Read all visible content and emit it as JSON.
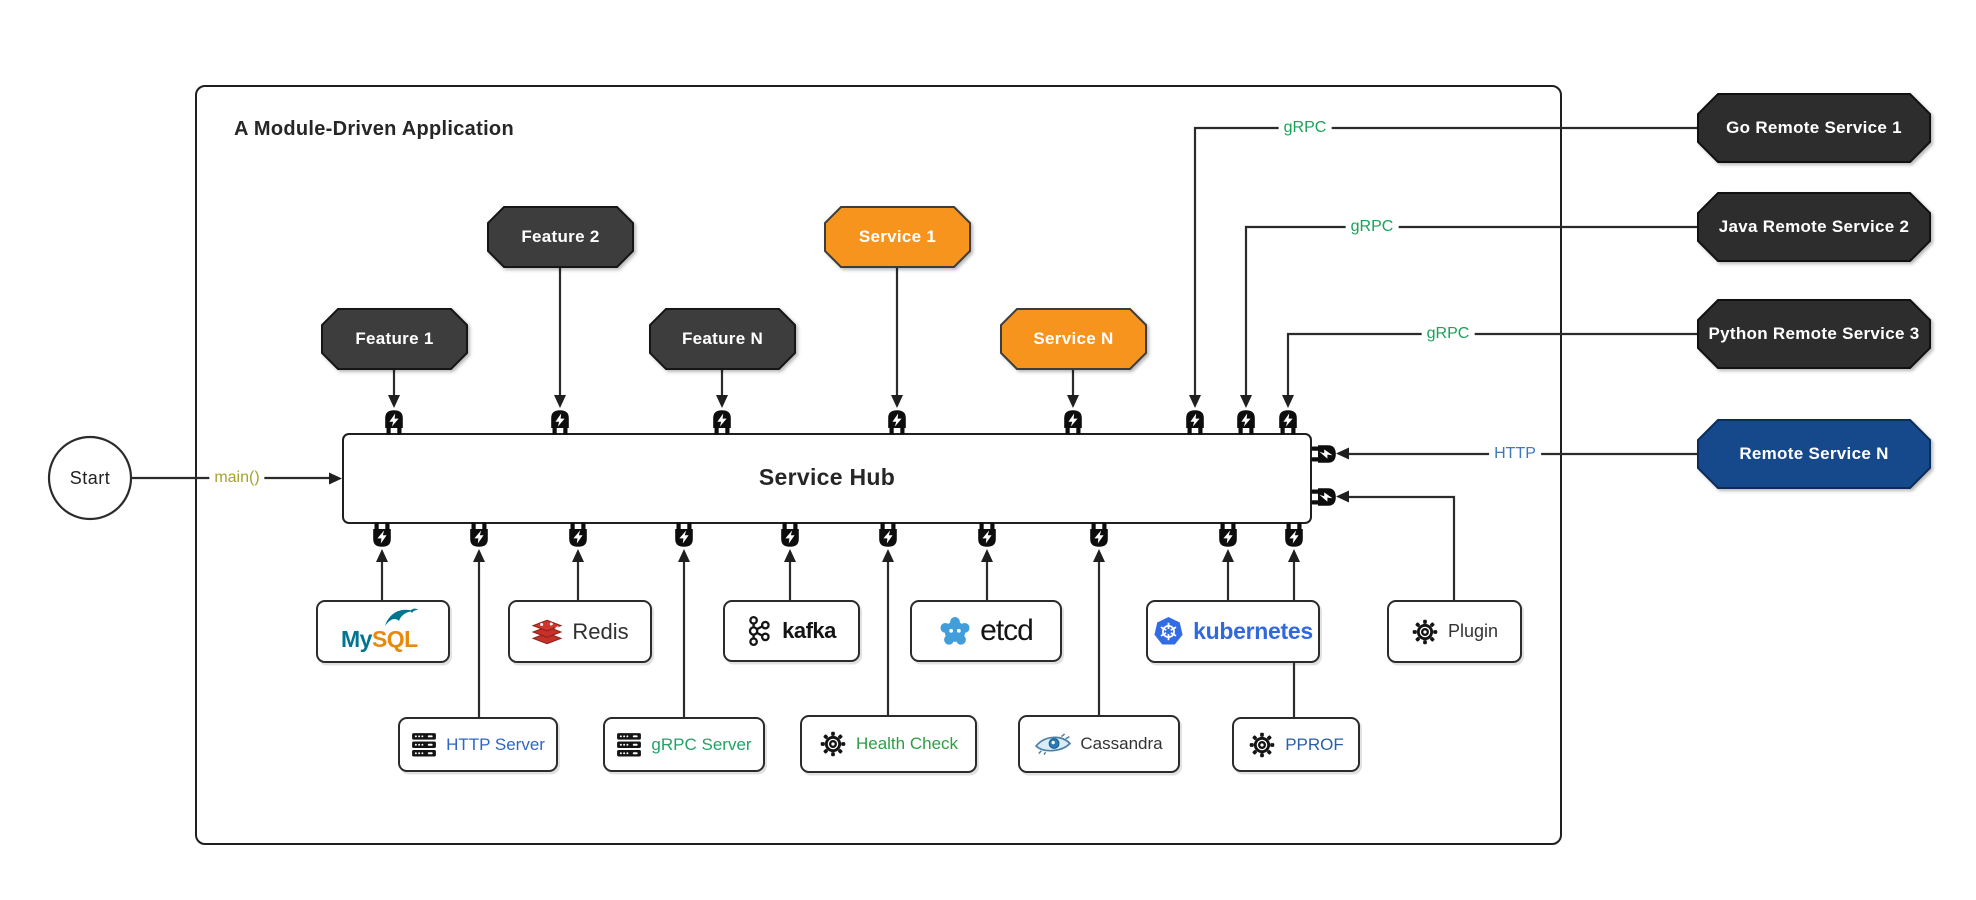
{
  "diagram": {
    "title": "A Module-Driven Application",
    "start": {
      "label": "Start"
    },
    "hub": {
      "label": "Service Hub"
    },
    "features": [
      {
        "label": "Feature 1"
      },
      {
        "label": "Feature 2"
      },
      {
        "label": "Feature N"
      }
    ],
    "services": [
      {
        "label": "Service 1"
      },
      {
        "label": "Service N"
      }
    ],
    "remotes": [
      {
        "label": "Go Remote Service 1",
        "color": "#2d2d2d"
      },
      {
        "label": "Java Remote Service 2",
        "color": "#2d2d2d"
      },
      {
        "label": "Python Remote Service 3",
        "color": "#2d2d2d"
      },
      {
        "label": "Remote Service N",
        "color": "#16498c"
      }
    ],
    "edge_labels": {
      "main": "main()",
      "grpc_go": "gRPC",
      "grpc_java": "gRPC",
      "grpc_python": "gRPC",
      "http": "HTTP"
    },
    "modules": [
      {
        "label": "MySQL",
        "label_part1": "My",
        "label_part2": "SQL",
        "icon": "mysql-dolphin-logo"
      },
      {
        "label": "Redis",
        "icon": "redis-stack-logo"
      },
      {
        "label": "kafka",
        "icon": "kafka-logo"
      },
      {
        "label": "etcd",
        "icon": "etcd-gear-logo"
      },
      {
        "label": "kubernetes",
        "icon": "kubernetes-helm-logo"
      },
      {
        "label": "Plugin",
        "icon": "gear-icon"
      }
    ],
    "workers": [
      {
        "label": "HTTP Server",
        "icon": "server-stack-icon",
        "color": "#2f66c4"
      },
      {
        "label": "gRPC Server",
        "icon": "server-stack-icon",
        "color": "#21a366"
      },
      {
        "label": "Health Check",
        "icon": "gear-icon",
        "color": "#2e9e44"
      },
      {
        "label": "Cassandra",
        "icon": "cassandra-eye-logo",
        "color": "#333333"
      },
      {
        "label": "PPROF",
        "icon": "gear-icon",
        "color": "#2a5fa8"
      }
    ],
    "colors": {
      "feature_node": "#3d3d3d",
      "service_node": "#f7941e",
      "remote_node_dark": "#2d2d2d",
      "remote_node_blue": "#16498c",
      "grpc_label": "#1aa15a",
      "http_label": "#3c78c0",
      "main_label": "#a6a32b",
      "wire": "#2b2b2b"
    }
  }
}
